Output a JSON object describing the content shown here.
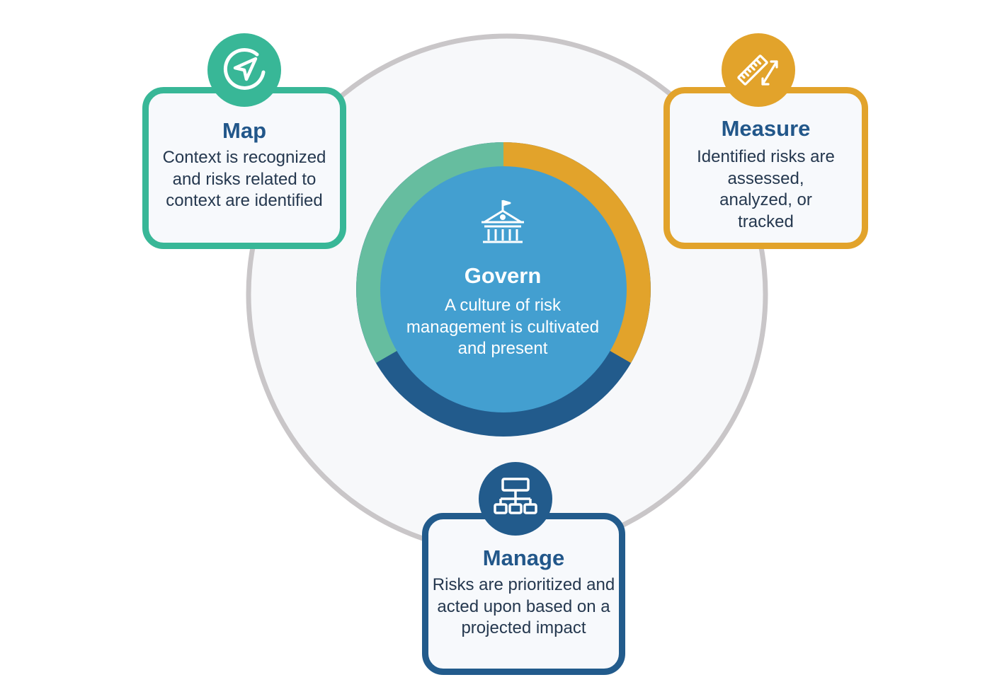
{
  "colors": {
    "map": "#38b797",
    "map_ring": "#66bd9f",
    "measure": "#e2a32b",
    "manage": "#225b8c",
    "govern": "#439fd0",
    "outer_ring": "#c9c6c8",
    "title_text": "#22578a",
    "body_text": "#25384f"
  },
  "govern": {
    "title": "Govern",
    "description": "A culture of risk management is cultivated and present",
    "icon": "government-building-icon"
  },
  "map": {
    "title": "Map",
    "description": "Context is recognized and risks related to context are identified",
    "icon": "navigation-arrow-icon"
  },
  "measure": {
    "title": "Measure",
    "description": "Identified risks are assessed, analyzed, or tracked",
    "icon": "ruler-measure-icon"
  },
  "manage": {
    "title": "Manage",
    "description": "Risks are prioritized and acted upon based on a projected impact",
    "icon": "hierarchy-chart-icon"
  }
}
